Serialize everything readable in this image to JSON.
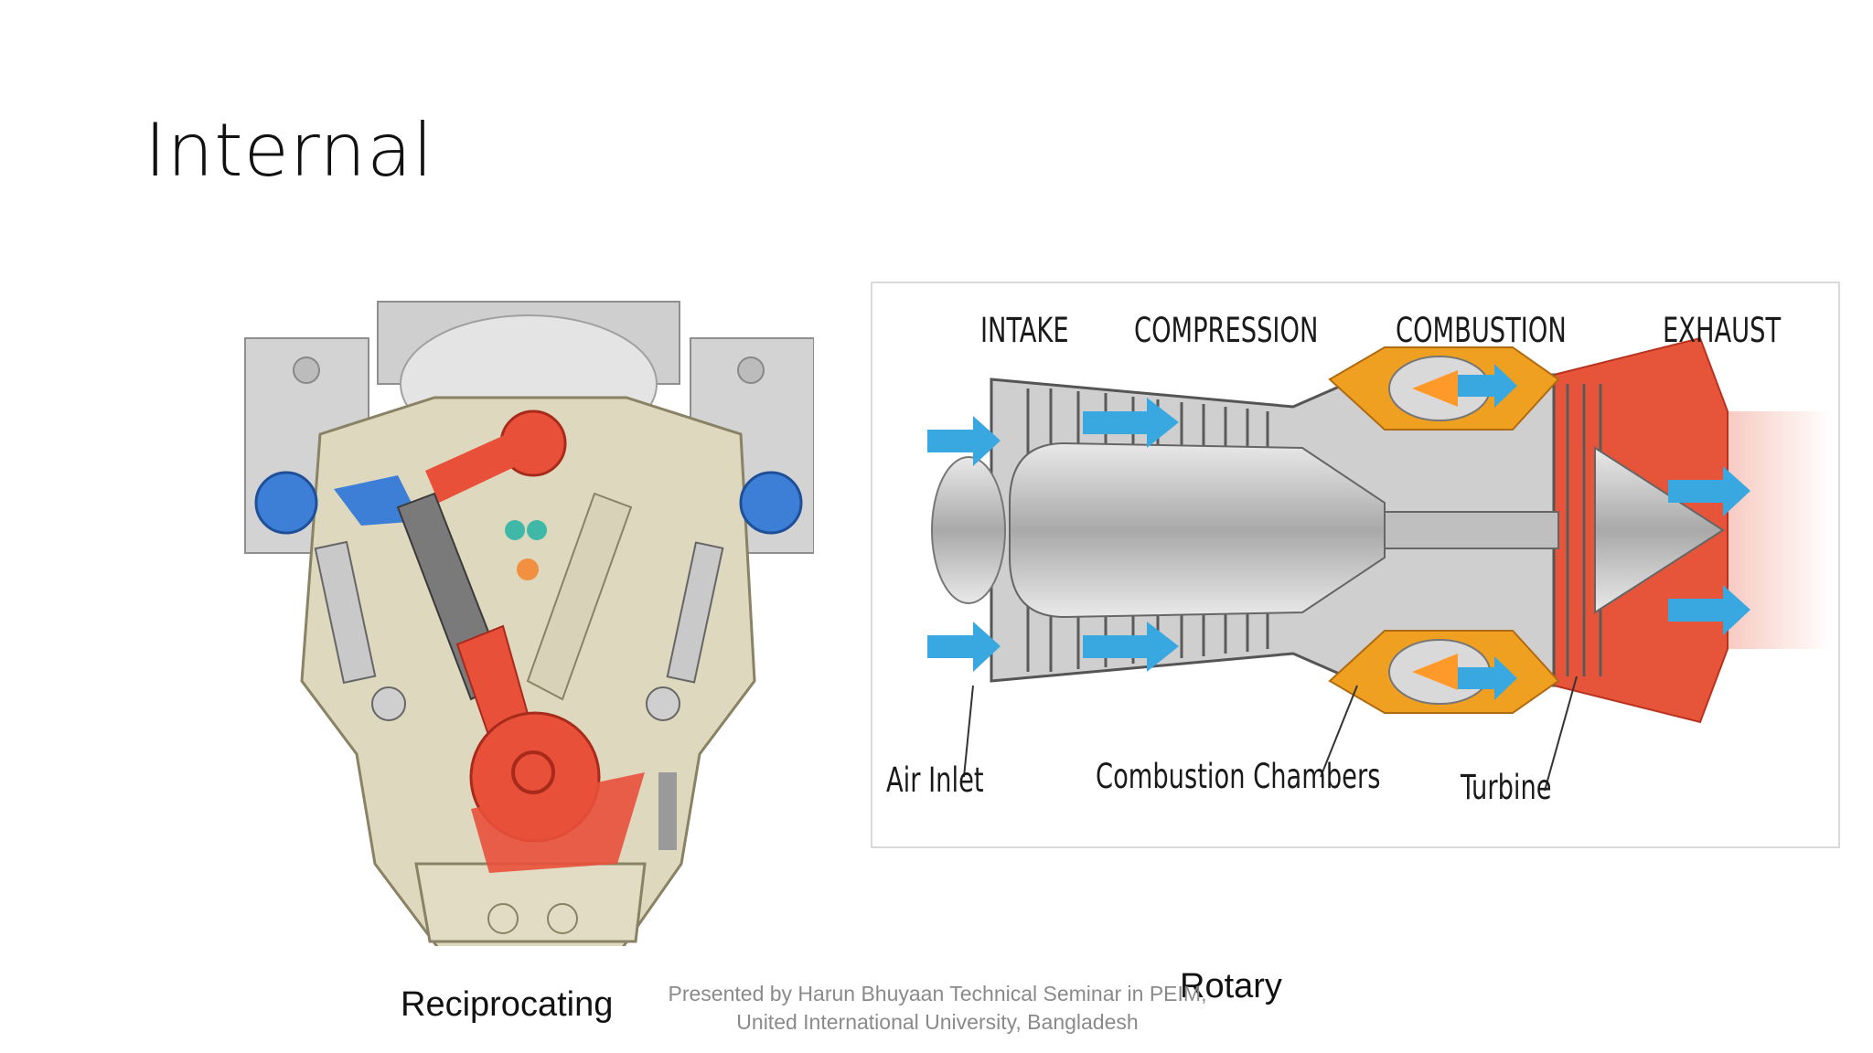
{
  "slide": {
    "title": "Internal",
    "captions": {
      "left": "Reciprocating",
      "right": "Rotary"
    },
    "footer": {
      "line1": "Presented by Harun Bhuyaan  Technical Seminar in PEIM,",
      "line2": "United International University, Bangladesh"
    }
  },
  "turbine_diagram": {
    "stages": [
      "INTAKE",
      "COMPRESSION",
      "COMBUSTION",
      "EXHAUST"
    ],
    "parts": {
      "air_inlet": "Air Inlet",
      "combustion_chambers": "Combustion Chambers",
      "turbine": "Turbine"
    }
  },
  "colors": {
    "engine_body": "#ded8bf",
    "engine_red": "#e8503a",
    "engine_blue": "#3d7fd6",
    "airflow_blue": "#3aa8e0",
    "combustion_orange": "#f0a020",
    "exhaust_red": "#e6553a",
    "metal_grey": "#b9b9b9"
  }
}
